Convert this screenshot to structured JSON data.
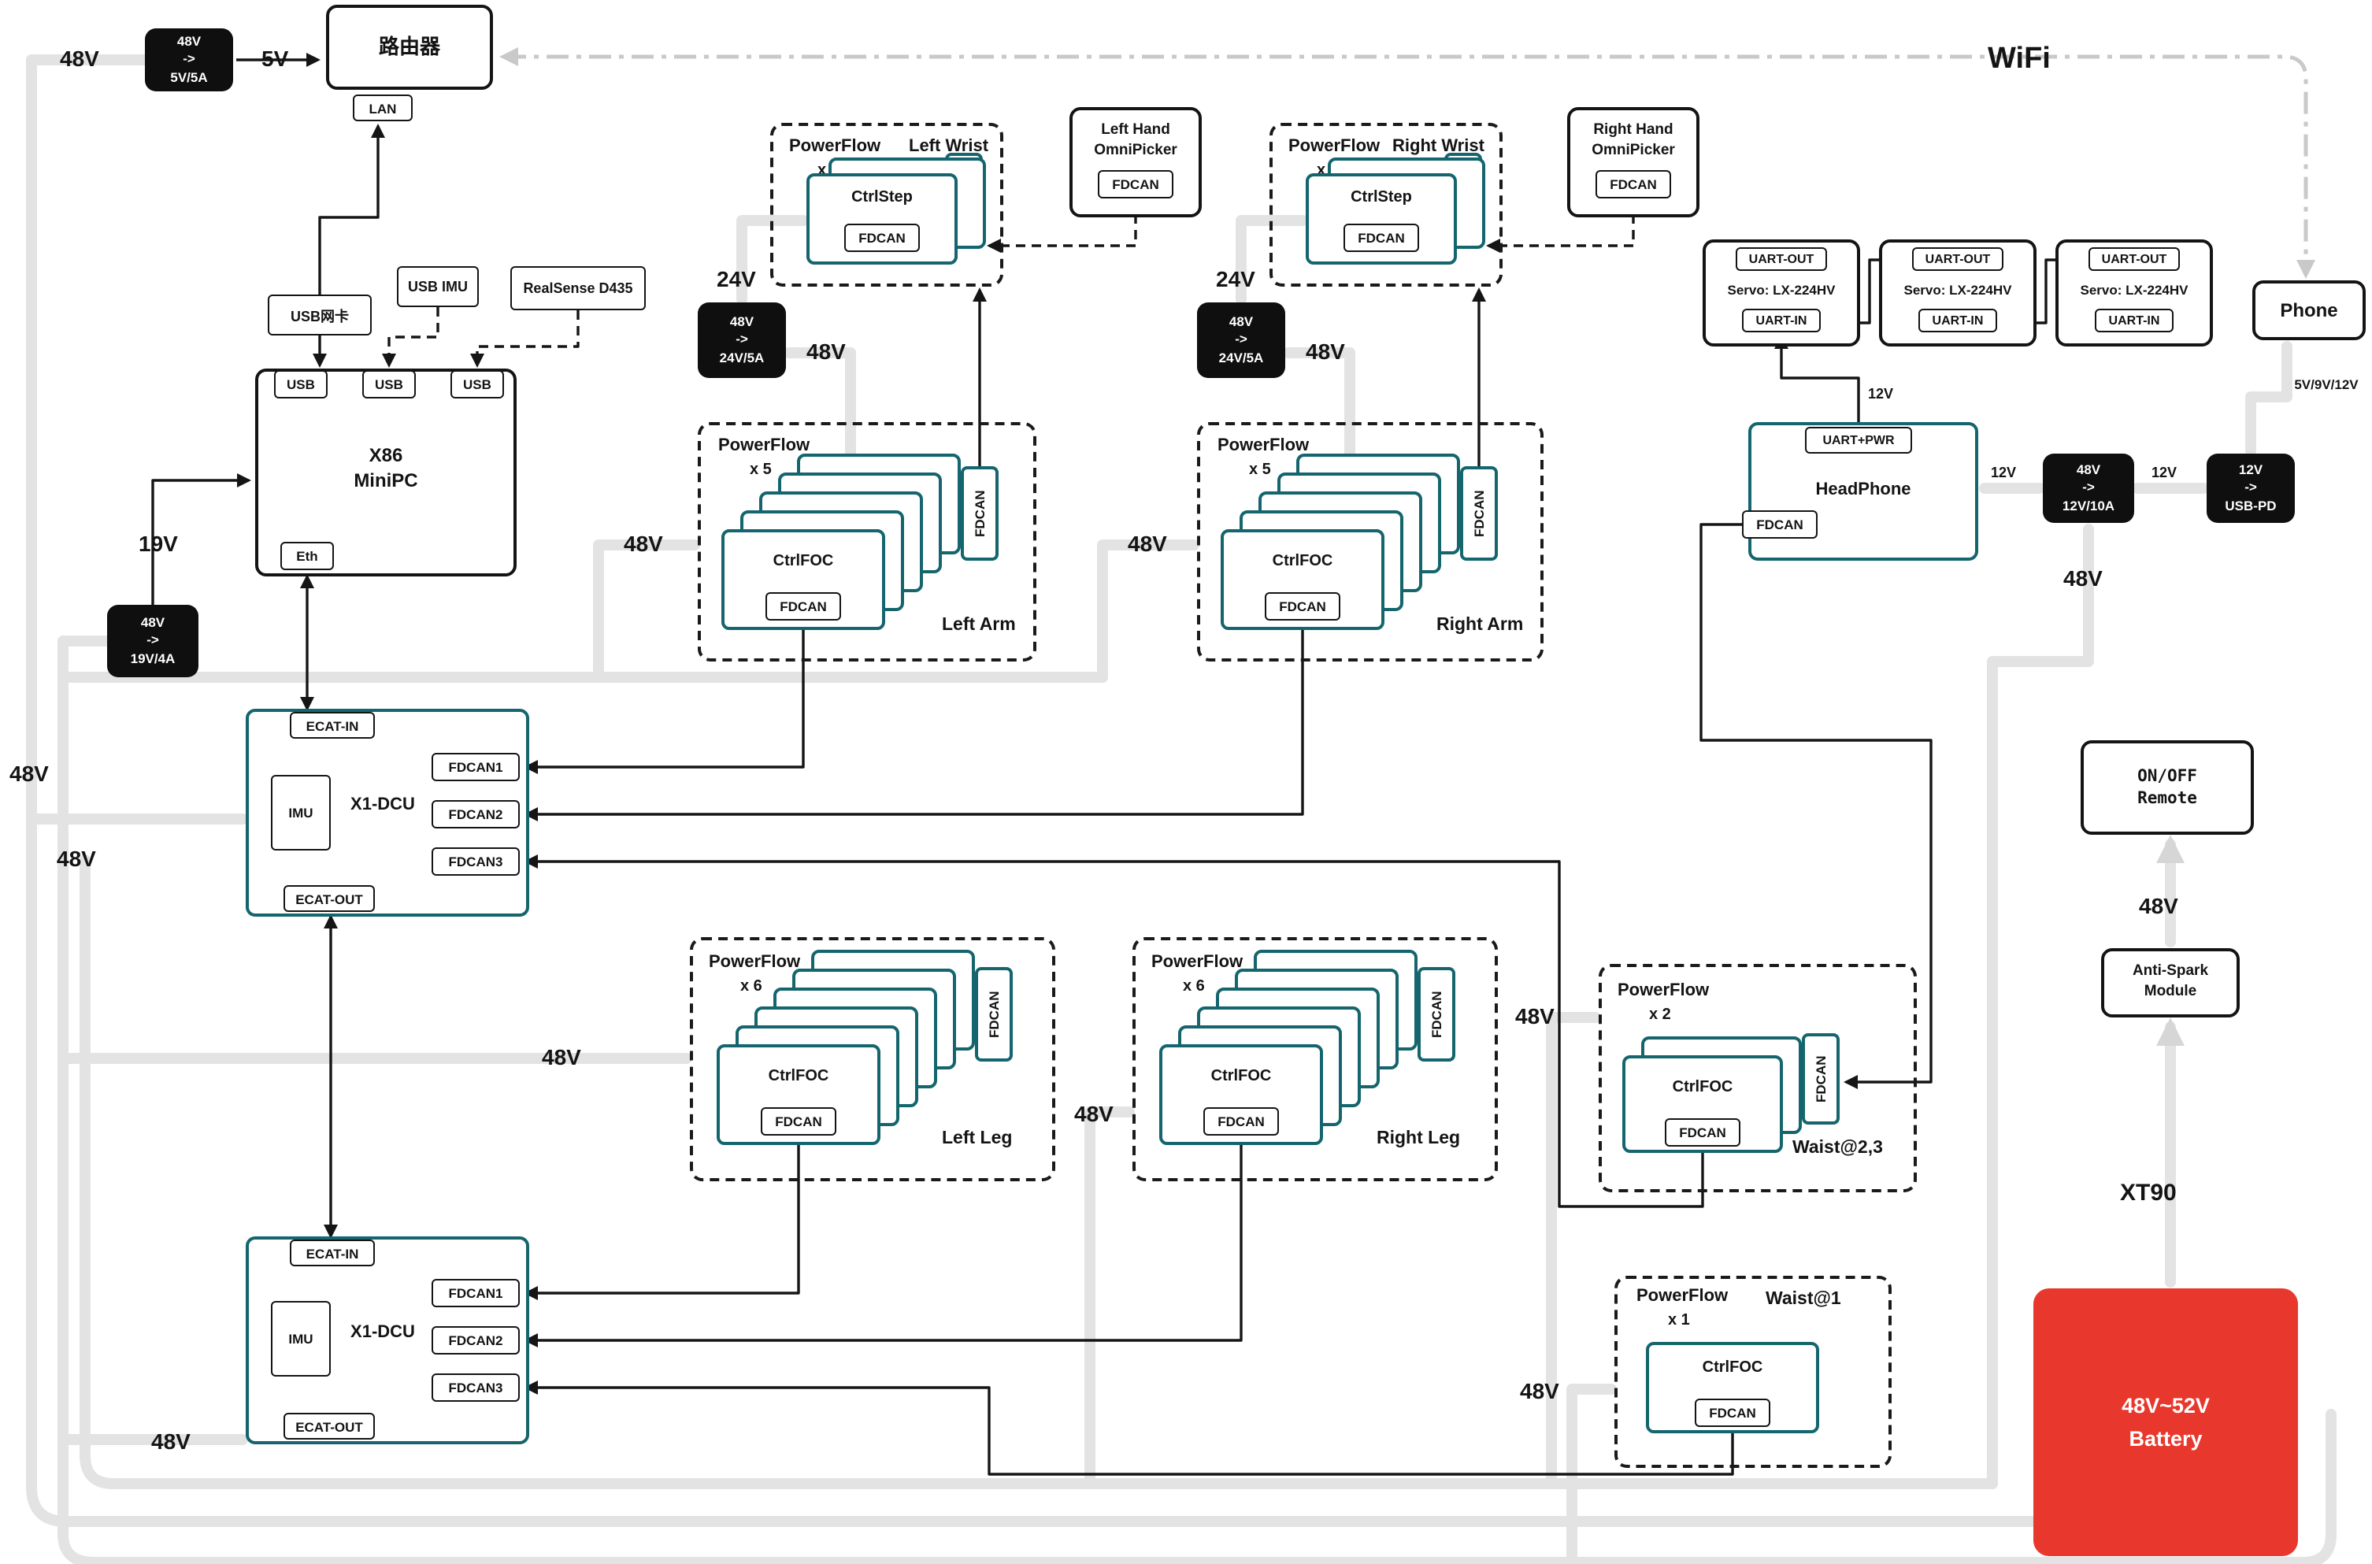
{
  "colors": {
    "teal": "#14656d",
    "power_line": "#e3e3e3",
    "signal": "#151515",
    "battery_red": "#e8382d",
    "wifi_line": "#c9c9c9"
  },
  "top": {
    "v48": "48V",
    "conv5v": {
      "in": "48V",
      "arrow": "->",
      "out": "5V/5A"
    },
    "v5": "5V",
    "router": {
      "title": "路由器",
      "lan": "LAN"
    },
    "wifi": "WiFi",
    "phone": "Phone",
    "v5912": "5V/9V/12V"
  },
  "pc": {
    "usb_nic": "USB网卡",
    "usb_imu": "USB IMU",
    "realsense": "RealSense D435",
    "usb1": "USB",
    "usb2": "USB",
    "usb3": "USB",
    "title1": "X86",
    "title2": "MiniPC",
    "eth": "Eth",
    "v19": "19V",
    "conv19v": {
      "in": "48V",
      "arrow": "->",
      "out": "19V/4A"
    }
  },
  "rail": {
    "v48_edge": "48V",
    "v48_mid": "48V"
  },
  "dcu1": {
    "ecat_in": "ECAT-IN",
    "imu": "IMU",
    "title": "X1-DCU",
    "fdcan1": "FDCAN1",
    "fdcan2": "FDCAN2",
    "fdcan3": "FDCAN3",
    "ecat_out": "ECAT-OUT"
  },
  "dcu2": {
    "ecat_in": "ECAT-IN",
    "imu": "IMU",
    "title": "X1-DCU",
    "fdcan1": "FDCAN1",
    "fdcan2": "FDCAN2",
    "fdcan3": "FDCAN3",
    "ecat_out": "ECAT-OUT",
    "v48": "48V"
  },
  "wrist_left": {
    "title": "PowerFlow",
    "count": "x 2",
    "name": "Left Wrist",
    "ctrl": "CtrlStep",
    "fdcan": "FDCAN",
    "tab": "FDCAN",
    "v24": "24V",
    "conv": {
      "in": "48V",
      "arrow": "->",
      "out": "24V/5A"
    },
    "v48": "48V"
  },
  "wrist_right": {
    "title": "PowerFlow",
    "count": "x 2",
    "name": "Right Wrist",
    "ctrl": "CtrlStep",
    "fdcan": "FDCAN",
    "tab": "FDCAN",
    "v24": "24V",
    "conv": {
      "in": "48V",
      "arrow": "->",
      "out": "24V/5A"
    },
    "v48": "48V"
  },
  "hand_left": {
    "line1": "Left Hand",
    "line2": "OmniPicker",
    "fdcan": "FDCAN"
  },
  "hand_right": {
    "line1": "Right Hand",
    "line2": "OmniPicker",
    "fdcan": "FDCAN"
  },
  "arm_left": {
    "title": "PowerFlow",
    "count": "x 5",
    "name": "Left Arm",
    "ctrl": "CtrlFOC",
    "fdcan": "FDCAN",
    "tab": "FDCAN",
    "v48": "48V"
  },
  "arm_right": {
    "title": "PowerFlow",
    "count": "x 5",
    "name": "Right Arm",
    "ctrl": "CtrlFOC",
    "fdcan": "FDCAN",
    "tab": "FDCAN",
    "v48": "48V"
  },
  "leg_left": {
    "title": "PowerFlow",
    "count": "x 6",
    "name": "Left Leg",
    "ctrl": "CtrlFOC",
    "fdcan": "FDCAN",
    "tab": "FDCAN",
    "v48": "48V"
  },
  "leg_right": {
    "title": "PowerFlow",
    "count": "x 6",
    "name": "Right Leg",
    "ctrl": "CtrlFOC",
    "fdcan": "FDCAN",
    "tab": "FDCAN",
    "v48": "48V"
  },
  "waist23": {
    "title": "PowerFlow",
    "count": "x 2",
    "name": "Waist@2,3",
    "ctrl": "CtrlFOC",
    "fdcan": "FDCAN",
    "tab": "FDCAN",
    "v48": "48V"
  },
  "waist1": {
    "title": "PowerFlow",
    "count": "x 1",
    "name": "Waist@1",
    "ctrl": "CtrlFOC",
    "fdcan": "FDCAN",
    "v48": "48V"
  },
  "servo": {
    "uart_out": "UART-OUT",
    "name": "Servo: LX-224HV",
    "uart_in": "UART-IN",
    "v12": "12V"
  },
  "headphone": {
    "uart_pwr": "UART+PWR",
    "title": "HeadPhone",
    "fdcan": "FDCAN",
    "v12": "12V"
  },
  "pr": {
    "conv12": {
      "in": "48V",
      "arrow": "->",
      "out": "12V/10A"
    },
    "v12": "12V",
    "usbpd": {
      "in": "12V",
      "arrow": "->",
      "out": "USB-PD"
    },
    "v48": "48V"
  },
  "tail": {
    "remote1": "ON/OFF",
    "remote2": "Remote",
    "v48": "48V",
    "anti1": "Anti-Spark",
    "anti2": "Module",
    "xt90": "XT90",
    "bat1": "48V~52V",
    "bat2": "Battery"
  }
}
